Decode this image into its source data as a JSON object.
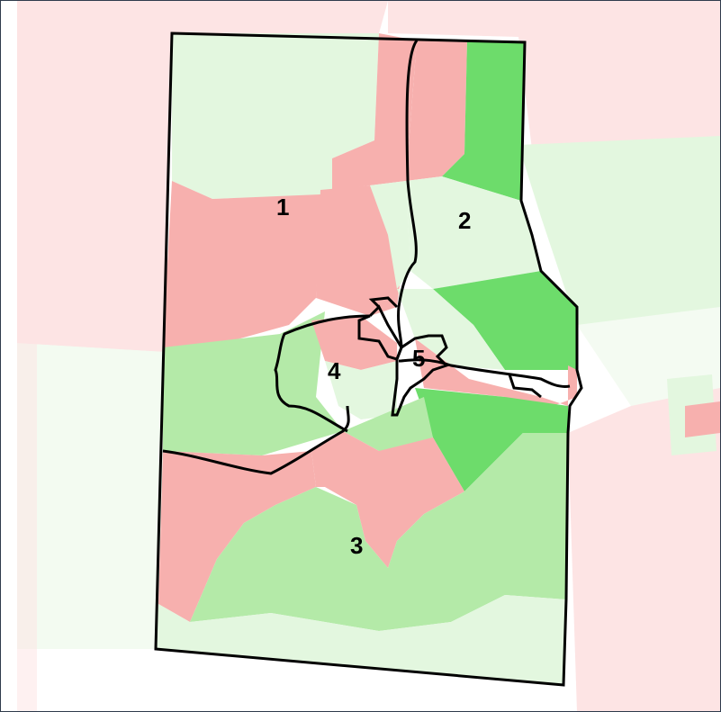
{
  "colors": {
    "red_light": "#fde4e4",
    "red_mid": "#f7b0ae",
    "green_light": "#e3f7df",
    "green_mid": "#b4eaa8",
    "green_dark": "#6ddc6b",
    "boundary": "#000000"
  },
  "districts": [
    {
      "id": "1",
      "label": "1"
    },
    {
      "id": "2",
      "label": "2"
    },
    {
      "id": "3",
      "label": "3"
    },
    {
      "id": "4",
      "label": "4"
    },
    {
      "id": "5",
      "label": "5"
    }
  ]
}
